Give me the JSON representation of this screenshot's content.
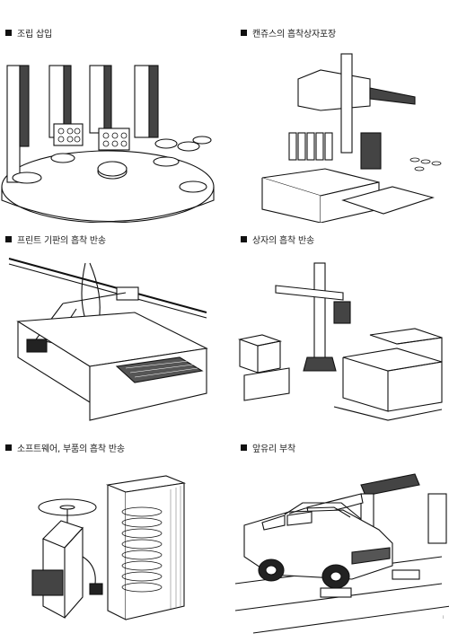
{
  "panels": [
    {
      "caption": "조립 삽입",
      "bullet_icon": "black-square-bullet"
    },
    {
      "caption": "캔쥬스의 흡착상자포장",
      "bullet_icon": "black-square-bullet"
    },
    {
      "caption": "프린트 기판의 흡착 반송",
      "bullet_icon": "black-square-bullet"
    },
    {
      "caption": "상자의 흡착 반송",
      "bullet_icon": "black-square-bullet"
    },
    {
      "caption": "소프트웨어, 부품의 흡착 반송",
      "bullet_icon": "black-square-bullet"
    },
    {
      "caption": "앞유리 부착",
      "bullet_icon": "black-square-bullet"
    }
  ],
  "page_marker": "ⅰ",
  "colors": {
    "ink": "#111111",
    "paper": "#ffffff",
    "shade": "#555555"
  }
}
